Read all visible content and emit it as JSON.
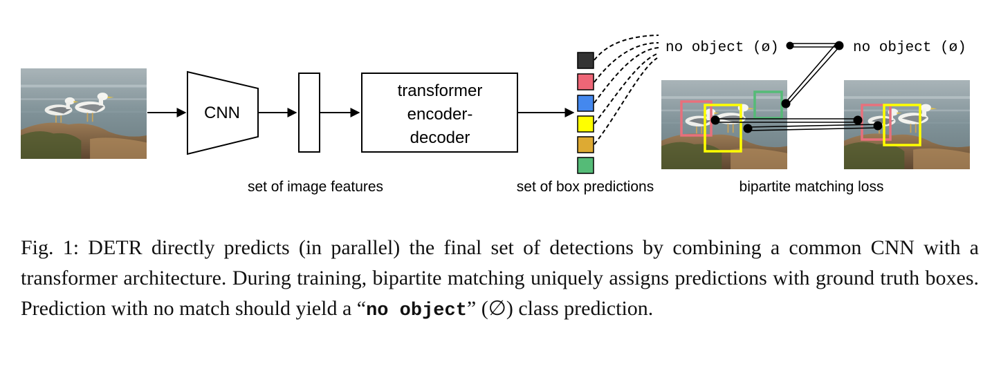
{
  "diagram": {
    "cnn_label": "CNN",
    "transformer_label_lines": [
      "transformer",
      "encoder-",
      "decoder"
    ],
    "features_label": "set of image features",
    "predictions_label": "set of box predictions",
    "matching_label": "bipartite matching loss",
    "no_object_left": "no object (ø)",
    "no_object_right": "no object (ø)",
    "prediction_slot_colors": [
      "#333333",
      "#ee6677",
      "#4488ee",
      "#ffff00",
      "#ddaa33",
      "#55bb77"
    ],
    "box_colors": {
      "red": "#e8707c",
      "yellow": "#ffff00",
      "green": "#55bb77"
    }
  },
  "caption": {
    "prefix": "Fig. 1:",
    "text1": " DETR directly predicts (in parallel) the final set of detections by combining a common CNN with a transformer architecture. During training, bipartite matching uniquely assigns predictions with ground truth boxes. Prediction with no match should yield a “",
    "keyword": "no object",
    "text2": "” (∅) class prediction."
  }
}
